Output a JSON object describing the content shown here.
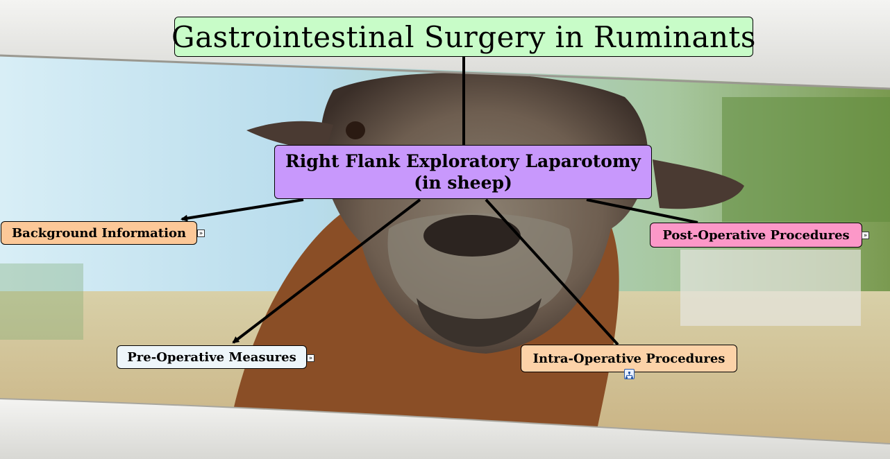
{
  "diagram": {
    "title": "Gastrointestinal Surgery in Ruminants",
    "main_topic": {
      "line1": "Right Flank Exploratory Laparotomy",
      "line2": "(in sheep)"
    },
    "subtopics": {
      "background": "Background Information",
      "post_op": "Post-Operative Procedures",
      "pre_op": "Pre-Operative Measures",
      "intra_op": "Intra-Operative Procedures"
    }
  },
  "colors": {
    "title_fill": "#c8fcc8",
    "main_fill": "#c898fc",
    "background_fill": "#fcc898",
    "post_op_fill": "#fc98c8",
    "pre_op_fill": "#eef6fa",
    "intra_op_fill": "#fcd2a8",
    "connector": "#000000"
  },
  "icons": {
    "expand": "double-chevron-right-icon",
    "subtree": "subtree-icon"
  }
}
